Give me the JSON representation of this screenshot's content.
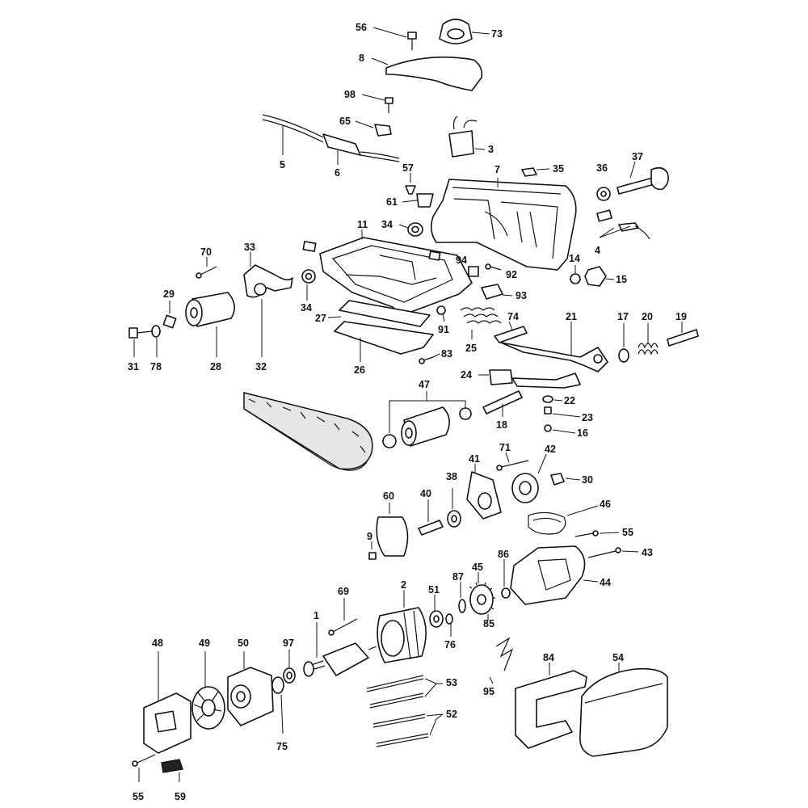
{
  "diagram": {
    "labels": {
      "p1": "1",
      "p2": "2",
      "p3": "3",
      "p4": "4",
      "p5": "5",
      "p6": "6",
      "p7": "7",
      "p8": "8",
      "p9": "9",
      "p11": "11",
      "p14": "14",
      "p15": "15",
      "p16": "16",
      "p17": "17",
      "p18": "18",
      "p19": "19",
      "p20": "20",
      "p21": "21",
      "p22": "22",
      "p23": "23",
      "p24": "24",
      "p25": "25",
      "p26": "26",
      "p27": "27",
      "p28": "28",
      "p29": "29",
      "p30": "30",
      "p31": "31",
      "p32": "32",
      "p33": "33",
      "p34a": "34",
      "p34b": "34",
      "p35": "35",
      "p36": "36",
      "p37": "37",
      "p38": "38",
      "p40": "40",
      "p41": "41",
      "p42": "42",
      "p43": "43",
      "p44": "44",
      "p45": "45",
      "p46": "46",
      "p47": "47",
      "p48": "48",
      "p49": "49",
      "p50": "50",
      "p51": "51",
      "p52": "52",
      "p53": "53",
      "p54": "54",
      "p55a": "55",
      "p55b": "55",
      "p56": "56",
      "p57": "57",
      "p59": "59",
      "p60": "60",
      "p61": "61",
      "p65": "65",
      "p69": "69",
      "p70": "70",
      "p71": "71",
      "p73": "73",
      "p74": "74",
      "p75": "75",
      "p76": "76",
      "p78": "78",
      "p83": "83",
      "p84": "84",
      "p85": "85",
      "p86": "86",
      "p87": "87",
      "p91": "91",
      "p92": "92",
      "p93": "93",
      "p94": "94",
      "p95": "95",
      "p97": "97",
      "p98": "98"
    }
  }
}
